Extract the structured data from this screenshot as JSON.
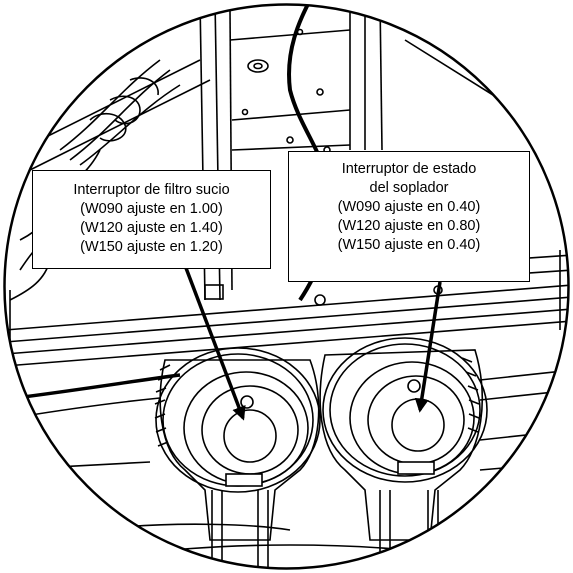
{
  "colors": {
    "line": "#000000",
    "background": "#ffffff"
  },
  "callouts": {
    "dirty_filter_switch": {
      "title": "Interruptor de filtro sucio",
      "settings": [
        "(W090 ajuste en 1.00)",
        "(W120 ajuste en 1.40)",
        "(W150 ajuste en 1.20)"
      ]
    },
    "blower_status_switch": {
      "title_line1": "Interruptor de estado",
      "title_line2": "del soplador",
      "settings": [
        "(W090 ajuste en 0.40)",
        "(W120 ajuste en 0.80)",
        "(W150 ajuste en 0.40)"
      ]
    }
  }
}
